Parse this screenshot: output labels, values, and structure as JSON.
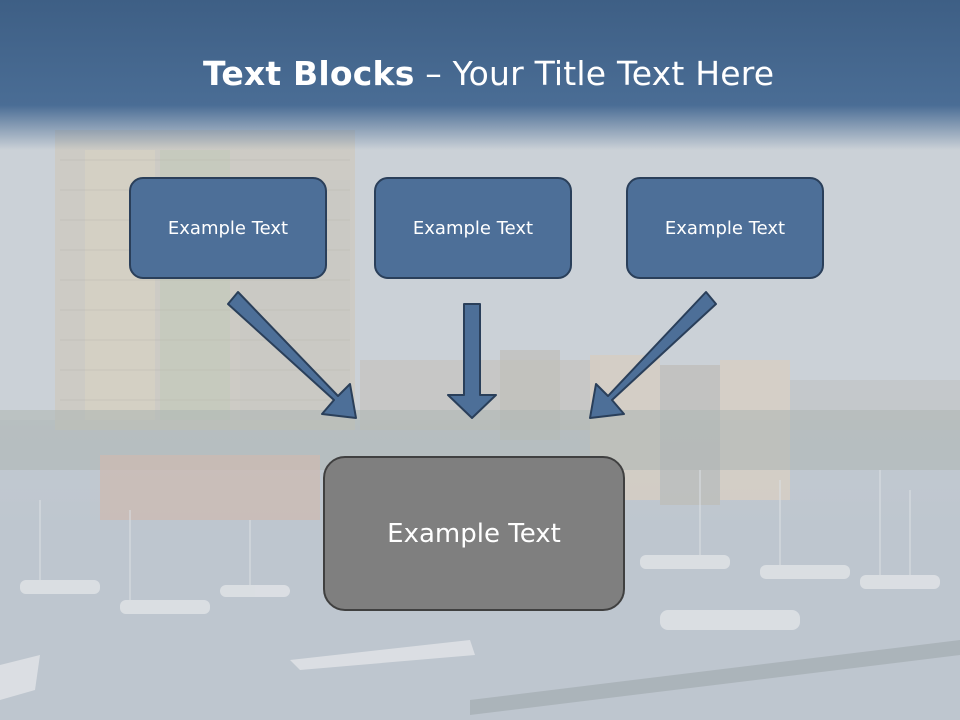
{
  "slide": {
    "title_bold": "Text Blocks",
    "title_dash": " – ",
    "title_rest": "Your Title Text Here",
    "blocks": [
      {
        "label": "Example Text"
      },
      {
        "label": "Example Text"
      },
      {
        "label": "Example Text"
      }
    ],
    "target_block": {
      "label": "Example Text"
    }
  },
  "colors": {
    "title_bar": "#46698f",
    "block_fill": "#4d6f98",
    "block_border": "#2a3f5a",
    "target_fill": "#7f7f7f",
    "arrow_fill": "#4d6f98"
  },
  "icons": [
    "arrow-down-right-icon",
    "arrow-down-icon",
    "arrow-down-left-icon"
  ]
}
